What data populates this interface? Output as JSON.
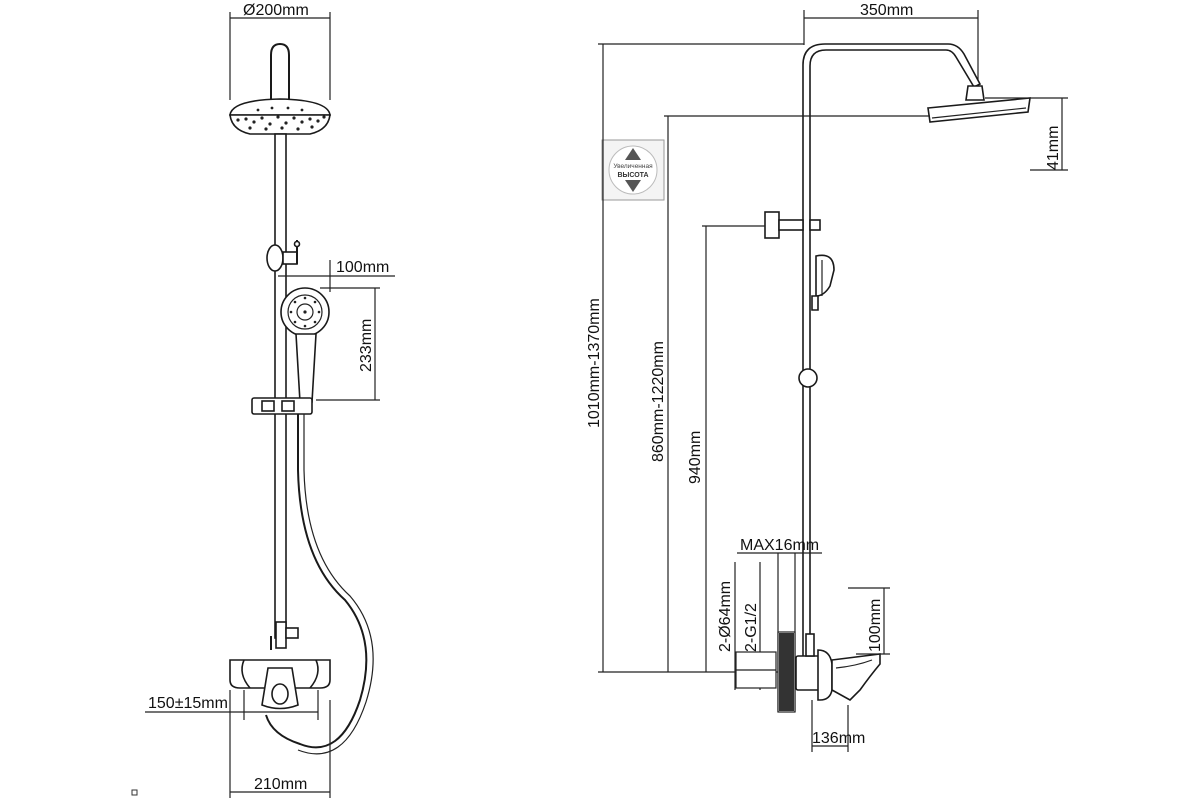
{
  "front_view": {
    "head_diameter": "Ø200mm",
    "hand_shower_width": "100mm",
    "hand_shower_height": "233mm",
    "inlet_spacing": "150±15mm",
    "mixer_width": "210mm"
  },
  "side_view": {
    "arm_length": "350mm",
    "head_thickness": "41mm",
    "total_height": "1010mm-1370mm",
    "head_height": "860mm-1220mm",
    "holder_height": "940mm",
    "wall_max": "MAX16mm",
    "flange": "2-Ø64mm",
    "thread": "2-G1/2",
    "spout_height": "100mm",
    "spout_length": "136mm"
  },
  "badge": {
    "line1": "Увеличенная",
    "line2": "ВЫСОТА"
  }
}
